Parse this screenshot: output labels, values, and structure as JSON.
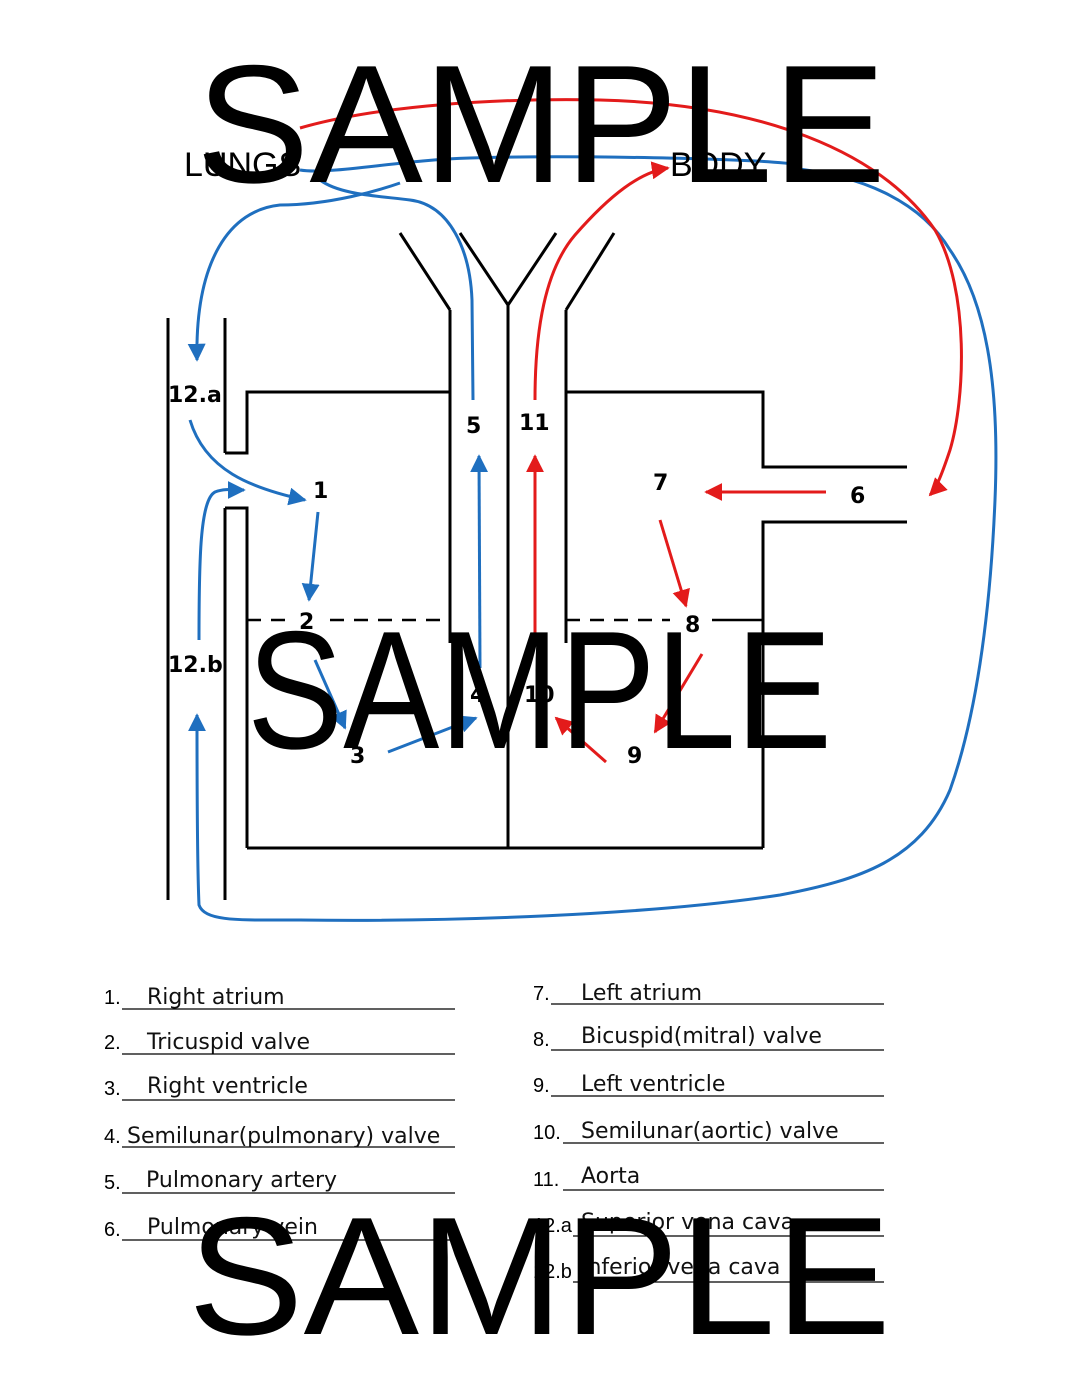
{
  "labels": {
    "lungs": "LUNGS",
    "body": "BODY",
    "n1": "1",
    "n2": "2",
    "n3": "3",
    "n4": "4",
    "n5": "5",
    "n6": "6",
    "n7": "7",
    "n8": "8",
    "n9": "9",
    "n10": "10",
    "n11": "11",
    "n12a": "12.a",
    "n12b": "12.b"
  },
  "answer_key": [
    {
      "num": "1.",
      "answer": "Right atrium"
    },
    {
      "num": "2.",
      "answer": "Tricuspid valve"
    },
    {
      "num": "3.",
      "answer": "Right ventricle"
    },
    {
      "num": "4.",
      "answer": "Semilunar(pulmonary) valve"
    },
    {
      "num": "5.",
      "answer": "Pulmonary artery"
    },
    {
      "num": "6.",
      "answer": "Pulmonary vein"
    },
    {
      "num": "7.",
      "answer": "Left atrium"
    },
    {
      "num": "8.",
      "answer": "Bicuspid(mitral) valve"
    },
    {
      "num": "9.",
      "answer": "Left ventricle"
    },
    {
      "num": "10.",
      "answer": "Semilunar(aortic) valve"
    },
    {
      "num": "11.",
      "answer": "Aorta"
    },
    {
      "num": "12.a",
      "answer": "Superior vena cava"
    },
    {
      "num": "12.b",
      "answer": "Inferior vena cava"
    }
  ],
  "watermark": "SAMPLE",
  "colors": {
    "deoxygenated": "#1f6fbf",
    "oxygenated": "#e31b1b",
    "outline": "#000000"
  }
}
